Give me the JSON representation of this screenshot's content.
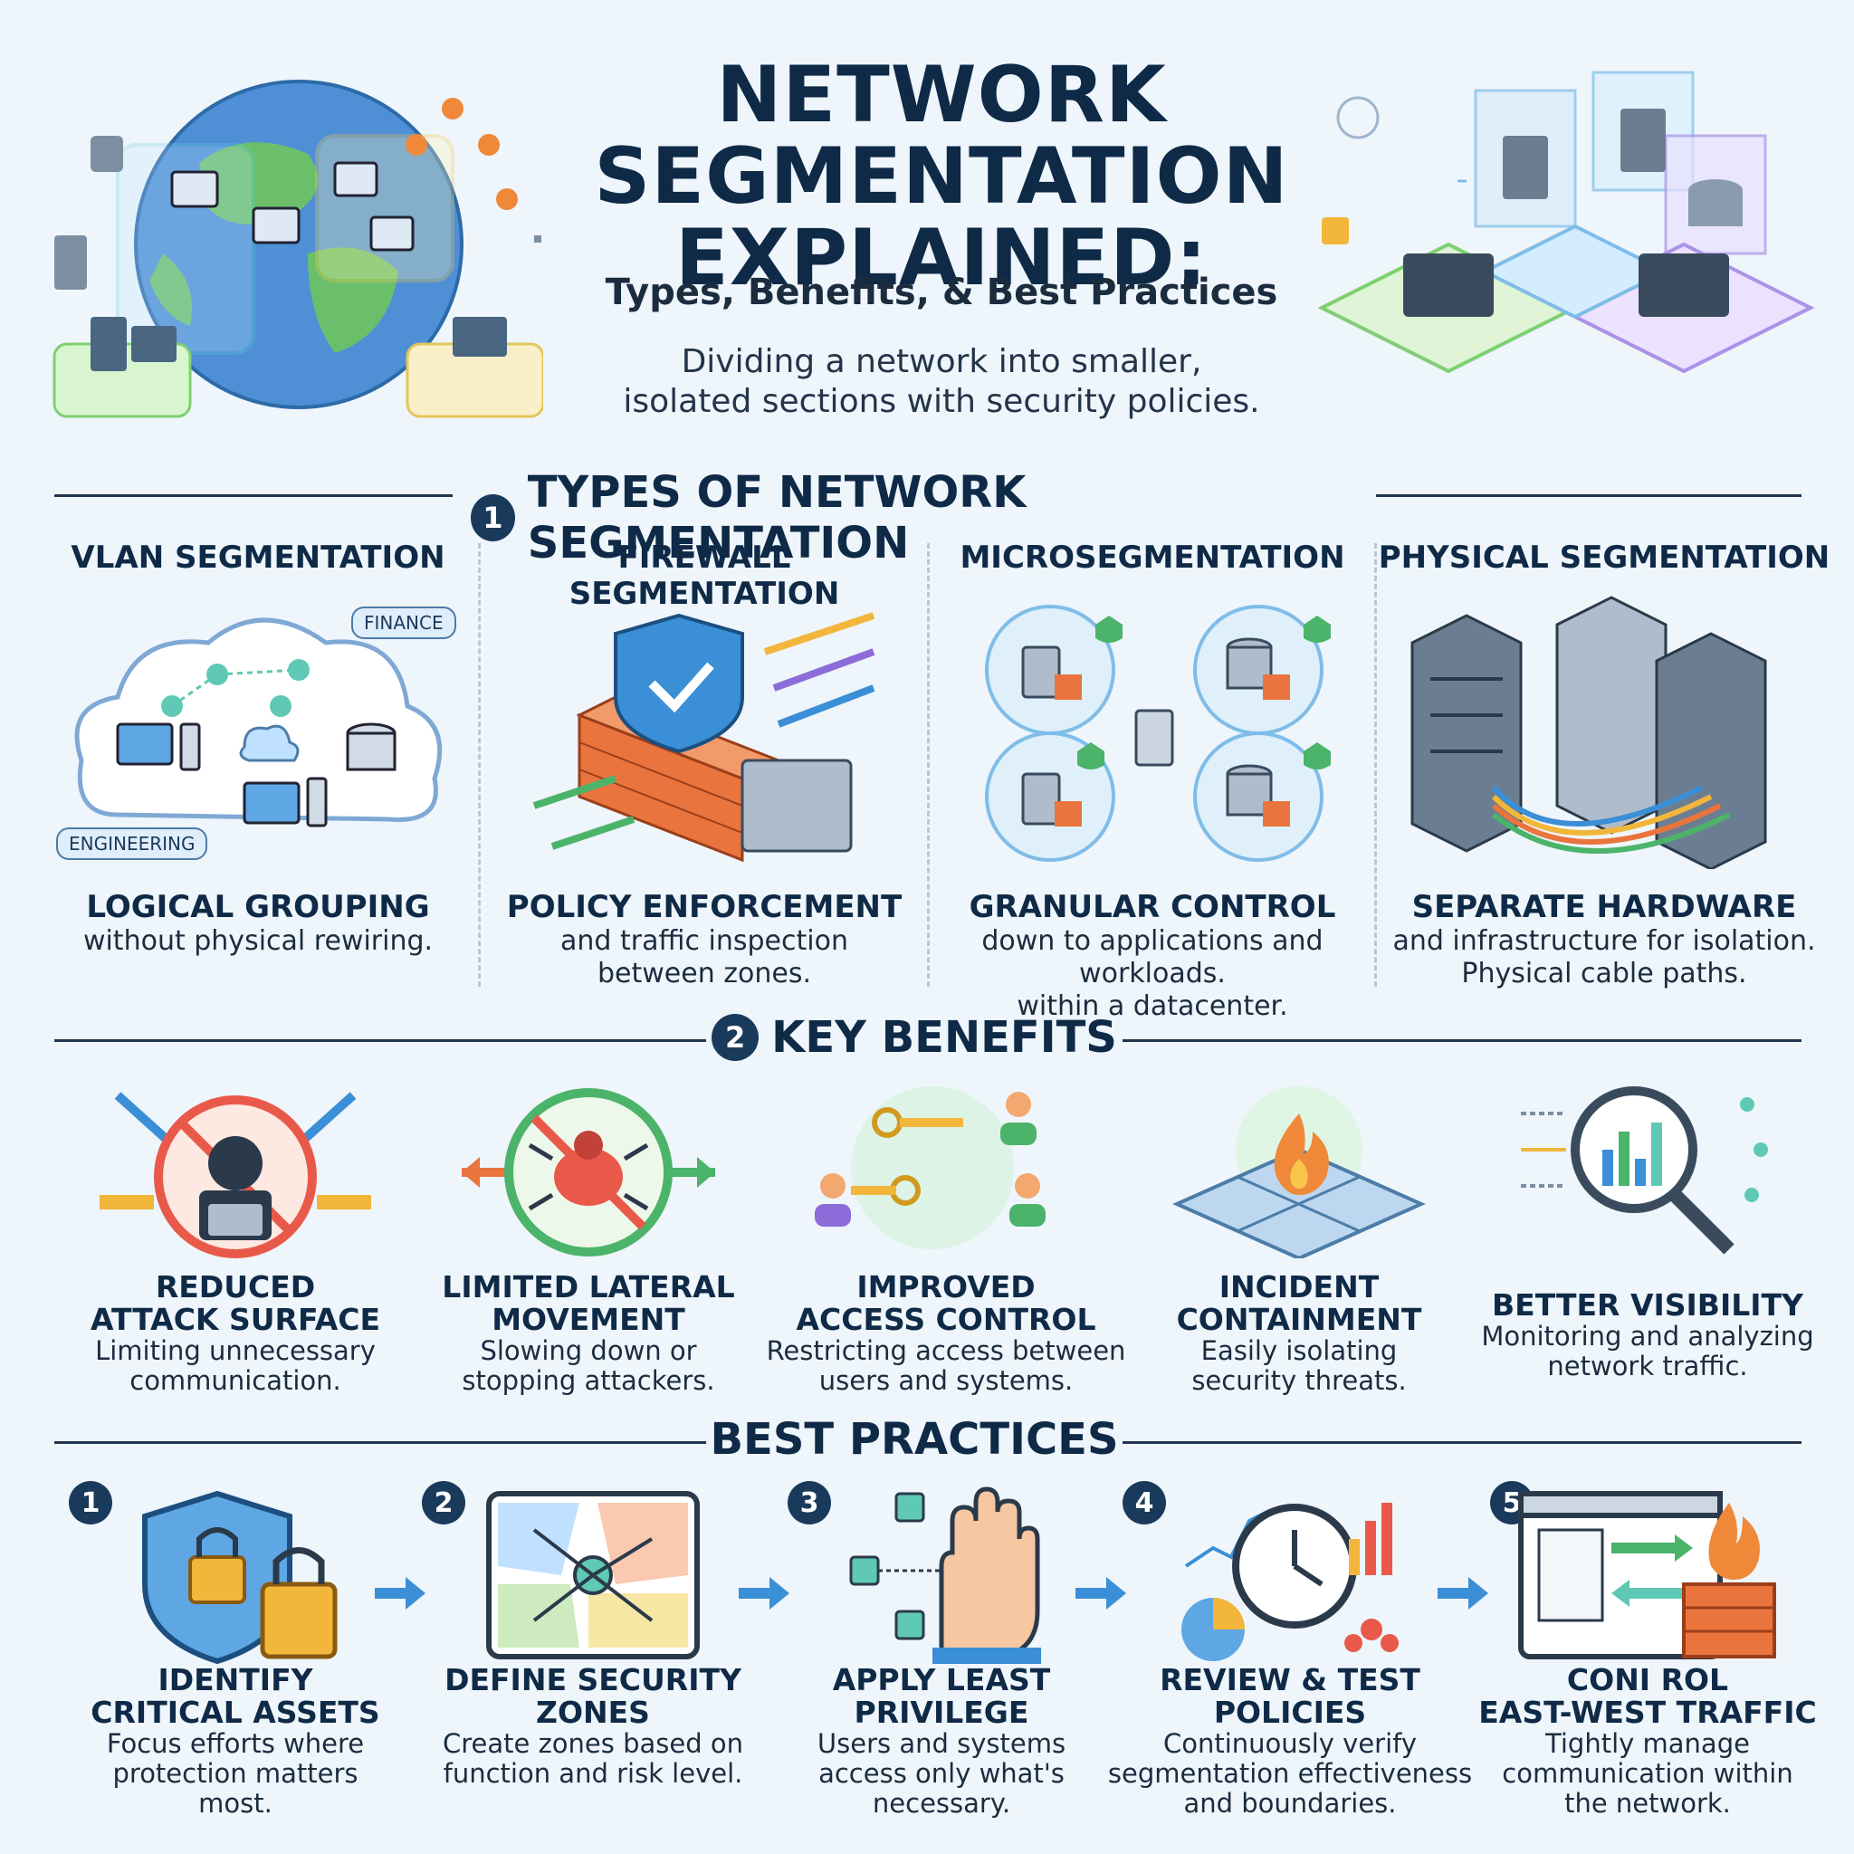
{
  "header": {
    "title_line1": "NETWORK",
    "title_line2": "SEGMENTATION",
    "title_line3": "EXPLAINED:",
    "subtitle": "Types, Benefits, & Best Practices",
    "desc_line1": "Dividing a network into smaller,",
    "desc_line2": "isolated sections with security policies."
  },
  "types": {
    "number": "1",
    "heading": "TYPES OF NETWORK SEGMENTATION",
    "items": [
      {
        "title": "VLAN SEGMENTATION",
        "subtitle": "LOGICAL GROUPING",
        "text1": "without physical rewiring.",
        "text2": "",
        "icon": "vlan-cloud-icon",
        "tag1": "FINANCE",
        "tag2": "ENGINEERING"
      },
      {
        "title": "FIREWALL SEGMENTATION",
        "subtitle": "POLICY ENFORCEMENT",
        "text1": "and traffic inspection",
        "text2": "between zones.",
        "icon": "firewall-icon"
      },
      {
        "title": "MICROSEGMENTATION",
        "subtitle": "GRANULAR CONTROL",
        "text1": "down to applications and workloads.",
        "text2": "within a datacenter.",
        "icon": "microsegmentation-icon"
      },
      {
        "title": "PHYSICAL SEGMENTATION",
        "subtitle": "SEPARATE HARDWARE",
        "text1": "and infrastructure for isolation.",
        "text2": "Physical cable paths.",
        "icon": "server-rack-icon"
      }
    ]
  },
  "benefits": {
    "number": "2",
    "heading": "KEY BENEFITS",
    "items": [
      {
        "title1": "REDUCED",
        "title2": "ATTACK SURFACE",
        "text1": "Limiting unnecessary",
        "text2": "communication.",
        "icon": "hacker-blocked-icon"
      },
      {
        "title1": "LIMITED LATERAL",
        "title2": "MOVEMENT",
        "text1": "Slowing down or",
        "text2": "stopping attackers.",
        "icon": "bug-blocked-icon"
      },
      {
        "title1": "IMPROVED",
        "title2": "ACCESS CONTROL",
        "text1": "Restricting access between",
        "text2": "users and systems.",
        "icon": "keys-users-icon"
      },
      {
        "title1": "INCIDENT",
        "title2": "CONTAINMENT",
        "text1": "Easily isolating",
        "text2": "security threats.",
        "icon": "fire-tile-icon"
      },
      {
        "title1": "BETTER VISIBILITY",
        "title2": "",
        "text1": "Monitoring and analyzing",
        "text2": "network traffic.",
        "icon": "magnifier-chart-icon"
      }
    ]
  },
  "practices": {
    "heading": "BEST PRACTICES",
    "items": [
      {
        "num": "1",
        "title1": "IDENTIFY",
        "title2": "CRITICAL ASSETS",
        "text1": "Focus efforts where",
        "text2": "protection matters",
        "text3": "most.",
        "icon": "shield-lock-icon"
      },
      {
        "num": "2",
        "title1": "DEFINE SECURITY",
        "title2": "ZONES",
        "text1": "Create zones based on",
        "text2": "function and risk level.",
        "text3": "",
        "icon": "zone-map-icon"
      },
      {
        "num": "3",
        "title1": "APPLY LEAST",
        "title2": "PRIVILEGE",
        "text1": "Users and systems",
        "text2": "access only what's",
        "text3": "necessary.",
        "icon": "hand-stop-icon"
      },
      {
        "num": "4",
        "title1": "REVIEW & TEST",
        "title2": "POLICIES",
        "text1": "Continuously verify",
        "text2": "segmentation effectiveness",
        "text3": "and boundaries.",
        "icon": "clock-charts-icon"
      },
      {
        "num": "5",
        "title1": "CONI ROL",
        "title2": "EAST-WEST TRAFFIC",
        "text1": "Tightly manage",
        "text2": "communication within",
        "text3": "the network.",
        "icon": "traffic-firewall-icon"
      }
    ]
  },
  "colors": {
    "navy": "#0f2a47",
    "badge": "#1a3a5c",
    "background": "#eef5fb",
    "accent_blue": "#3a8fd6",
    "accent_green": "#4cb36a",
    "accent_orange": "#f0883a",
    "accent_purple": "#8b6cd9"
  }
}
